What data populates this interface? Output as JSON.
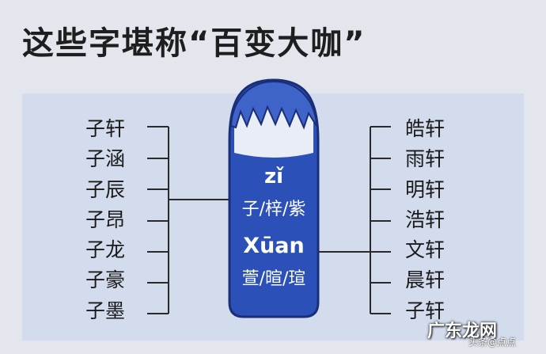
{
  "title": "这些字堪称“百变大咖”",
  "left_names": [
    "子轩",
    "子涵",
    "子辰",
    "子昂",
    "子龙",
    "子豪",
    "子墨"
  ],
  "right_names": [
    "皓轩",
    "雨轩",
    "明轩",
    "浩轩",
    "文轩",
    "晨轩",
    "子轩"
  ],
  "center": {
    "zi_pinyin": "zǐ",
    "zi_chars": "子/梓/紫",
    "xuan_pinyin": "Xūan",
    "xuan_chars": "萱/暄/瑄"
  },
  "watermark": "广东龙网",
  "watermark_sub": "头条@点点",
  "colors": {
    "background": "#e4e6ee",
    "panel": "#d2dcec",
    "figure_body": "#2b50b8",
    "hair": "#3e63c9",
    "text_white": "#ffffff",
    "line": "#2a2a2a"
  }
}
